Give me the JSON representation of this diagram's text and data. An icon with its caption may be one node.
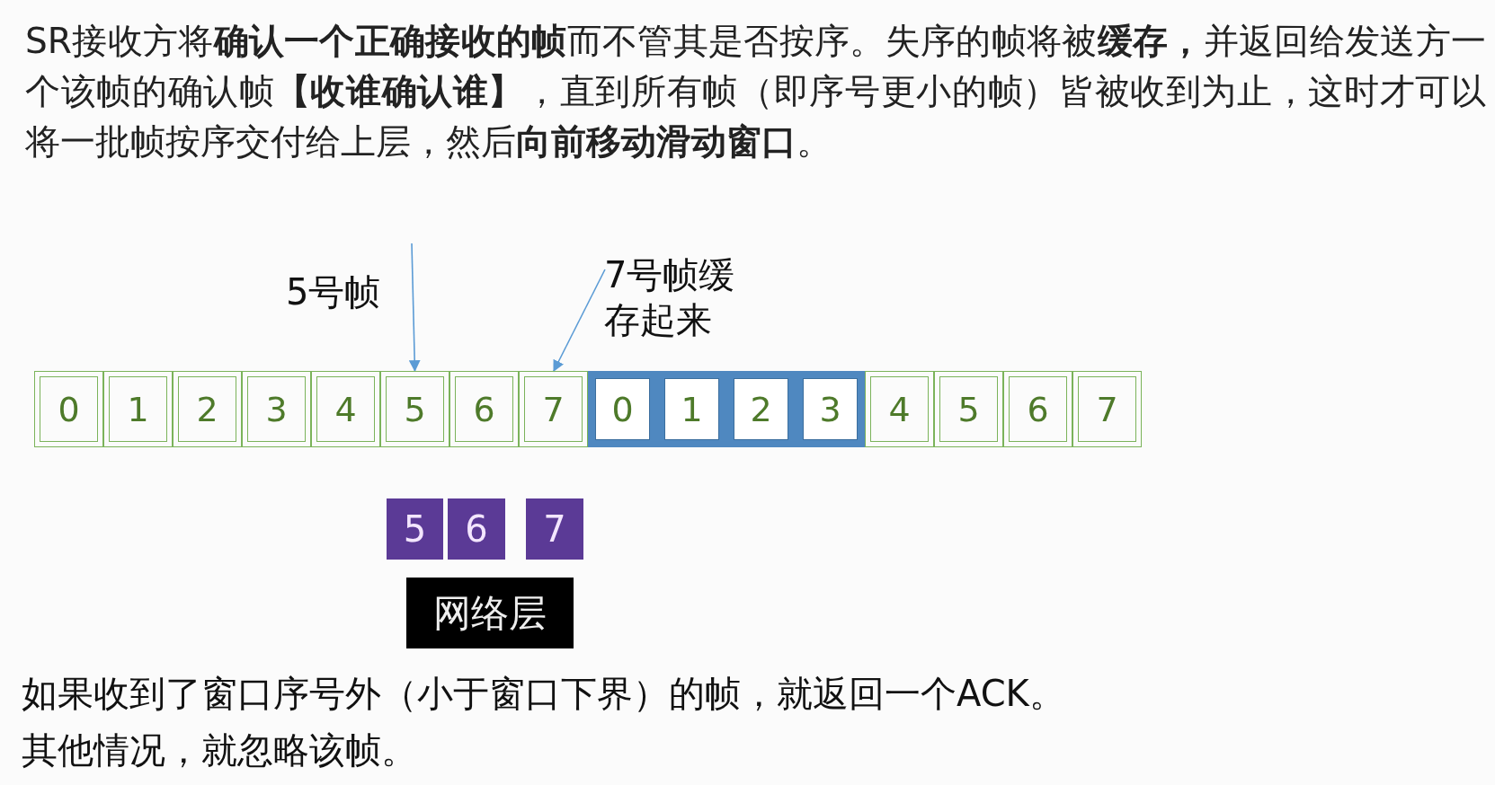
{
  "diagram": {
    "nodes": [
      {
        "text": [
          "0"
        ]
      },
      {
        "text": [
          "1"
        ]
      },
      {
        "text": [
          "2"
        ]
      },
      {
        "text": [
          "3"
        ]
      },
      {
        "text": [
          "4"
        ]
      },
      {
        "text": [
          "5"
        ]
      },
      {
        "text": [
          "6"
        ]
      },
      {
        "text": [
          "7"
        ]
      },
      {
        "text": [
          "0"
        ]
      },
      {
        "text": [
          "1"
        ]
      },
      {
        "text": [
          "2"
        ]
      },
      {
        "text": [
          "3"
        ]
      },
      {
        "text": [
          "4"
        ]
      },
      {
        "text": [
          "5"
        ]
      },
      {
        "text": [
          "6"
        ]
      },
      {
        "text": [
          "7"
        ]
      },
      {
        "text": [
          "5"
        ]
      },
      {
        "text": [
          "6"
        ]
      },
      {
        "text": [
          "7"
        ]
      },
      {
        "text": [
          "网络层"
        ]
      },
      {
        "text": [
          "5号帧"
        ]
      },
      {
        "text": [
          "7号帧缓存起来"
        ]
      }
    ],
    "edges": [
      {
        "from": 20,
        "to": 5,
        "arrow": "to"
      },
      {
        "from": 21,
        "to": 7,
        "arrow": "to"
      }
    ],
    "labels": [
      "SR接收方将**确认一个正确接收的帧**而不管其是否按序。失序的帧将被**缓存，**并返回给发送方一个该帧的确认帧**【收谁确认谁】**，直到所有帧（即序号更小的帧）皆被收到为止，这时才可以将一批帧按序交付给上层，然后**向前移动滑动窗口**。",
      "如果收到了窗口序号外（小于窗口下界）的帧，就返回一个ACK。",
      "其他情况，就忽略该帧。"
    ]
  }
}
